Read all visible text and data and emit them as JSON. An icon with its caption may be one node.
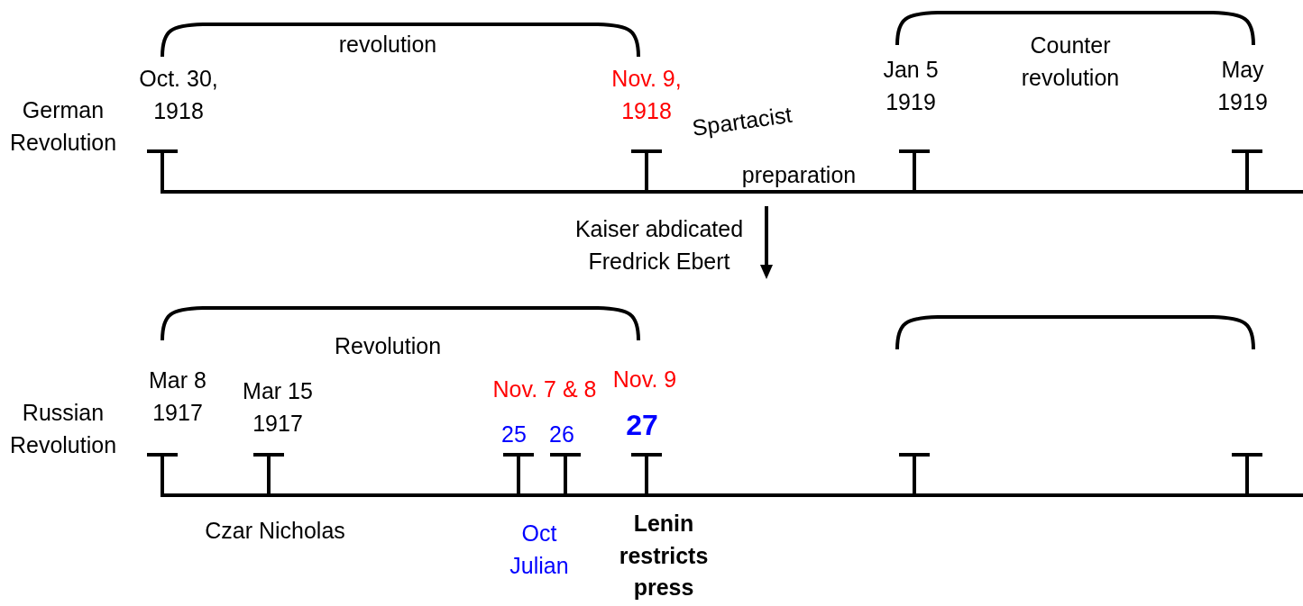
{
  "diagram": {
    "labels": [
      "revolution",
      "Counter revolution",
      "Oct. 30, 1918",
      "Nov. 9, 1918",
      "Jan 5 1919",
      "May 1919",
      "German Revolution",
      "Spartacist",
      "preparation",
      "Kaiser abdicated Fredrick Ebert",
      "Revolution",
      "Nov. 7 & 8",
      "Nov. 9",
      "Mar 8 1917",
      "Mar 15 1917",
      "Russian Revolution",
      "25",
      "26",
      "27",
      "Czar Nicholas",
      "Oct Julian",
      "Lenin restricts press"
    ]
  }
}
